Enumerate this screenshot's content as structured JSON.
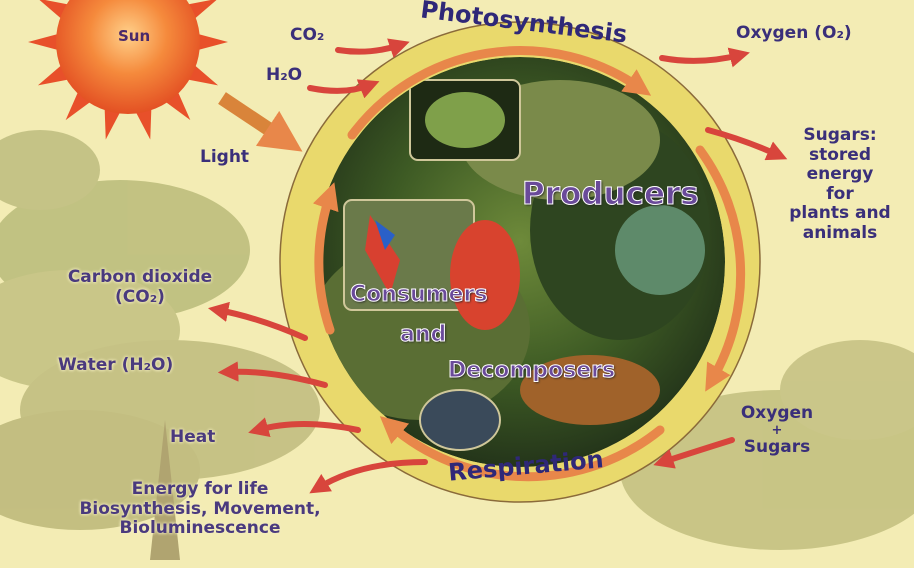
{
  "sun_label": "Sun",
  "light_label": "Light",
  "co2_in": "CO₂",
  "h2o_in": "H₂O",
  "photosynthesis": "Photosynthesis",
  "oxygen_out": "Oxygen (O₂)",
  "sugars_lines": [
    "Sugars:",
    "stored",
    "energy",
    "for",
    "plants and",
    "animals"
  ],
  "producers": "Producers",
  "consumers_lines": [
    "Consumers",
    "and",
    "Decomposers"
  ],
  "respiration": "Respiration",
  "resp_inputs": [
    "Oxygen",
    "+",
    "Sugars"
  ],
  "co2_out_lines": [
    "Carbon dioxide",
    "(CO₂)"
  ],
  "water_out": "Water (H₂O)",
  "heat_out": "Heat",
  "energy_lines": [
    "Energy for life",
    "Biosynthesis, Movement,",
    "Bioluminescence"
  ],
  "colors": {
    "background": "#f3ecb4",
    "ring": "#e9d96c",
    "cycle_arrow": "#e8874a",
    "red_arrow": "#d8453c",
    "text": "#3a2f7a"
  }
}
